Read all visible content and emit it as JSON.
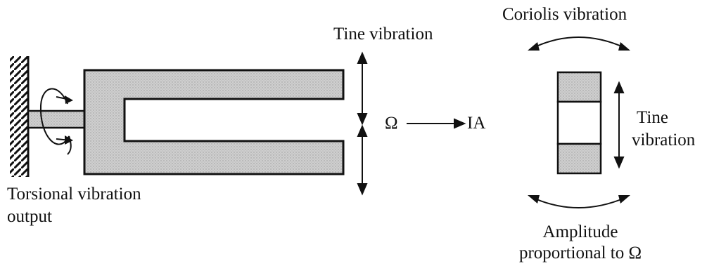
{
  "labels": {
    "tine_vibration_top": "Tine vibration",
    "omega": "Ω",
    "input_axis": "IA",
    "torsional_line1": "Torsional vibration",
    "torsional_line2": "output",
    "coriolis_vibration": "Coriolis vibration",
    "tine_vibration_right_line1": "Tine",
    "tine_vibration_right_line2": "vibration",
    "amplitude_line1": "Amplitude",
    "amplitude_line2": "proportional to Ω"
  },
  "colors": {
    "ink": "#111111",
    "tine_fill": "#c9c9c9",
    "background": "#ffffff"
  }
}
